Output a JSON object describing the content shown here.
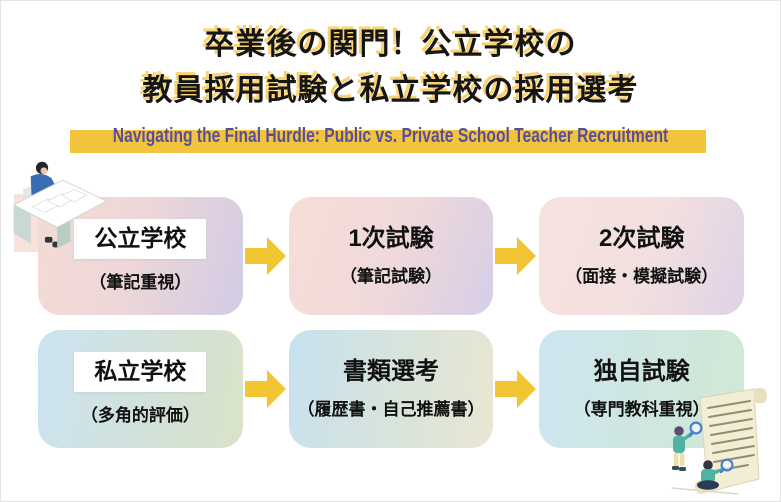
{
  "title": {
    "line1": "卒業後の関門！公立学校の",
    "line2": "教員採用試験と私立学校の採用選考"
  },
  "subtitle": {
    "text": "Navigating the Final Hurdle: Public vs. Private School Teacher Recruitment"
  },
  "rows": [
    {
      "name": "public-school-track",
      "steps": [
        {
          "label": "公立学校",
          "caption": "（筆記重視）"
        },
        {
          "label": "1次試験",
          "caption": "（筆記試験）"
        },
        {
          "label": "2次試験",
          "caption": "（面接・模擬試験）"
        }
      ]
    },
    {
      "name": "private-school-track",
      "steps": [
        {
          "label": "私立学校",
          "caption": "（多角的評価）"
        },
        {
          "label": "書類選考",
          "caption": "（履歴書・自己推薦書）"
        },
        {
          "label": "独自試験",
          "caption": "（専門教科重視）"
        }
      ]
    }
  ],
  "icons": {
    "desk_person": "person-reviewing-papers-at-desk",
    "scroll_review": "two-people-examining-document-with-magnifiers",
    "flow_arrow": "yellow-right-arrow"
  },
  "colors": {
    "accent_yellow": "#F2C532",
    "highlight_bar": "#F2C43D",
    "subtitle_purple": "#5A4E9C",
    "title_shadow_yellow": "#F8D470"
  }
}
